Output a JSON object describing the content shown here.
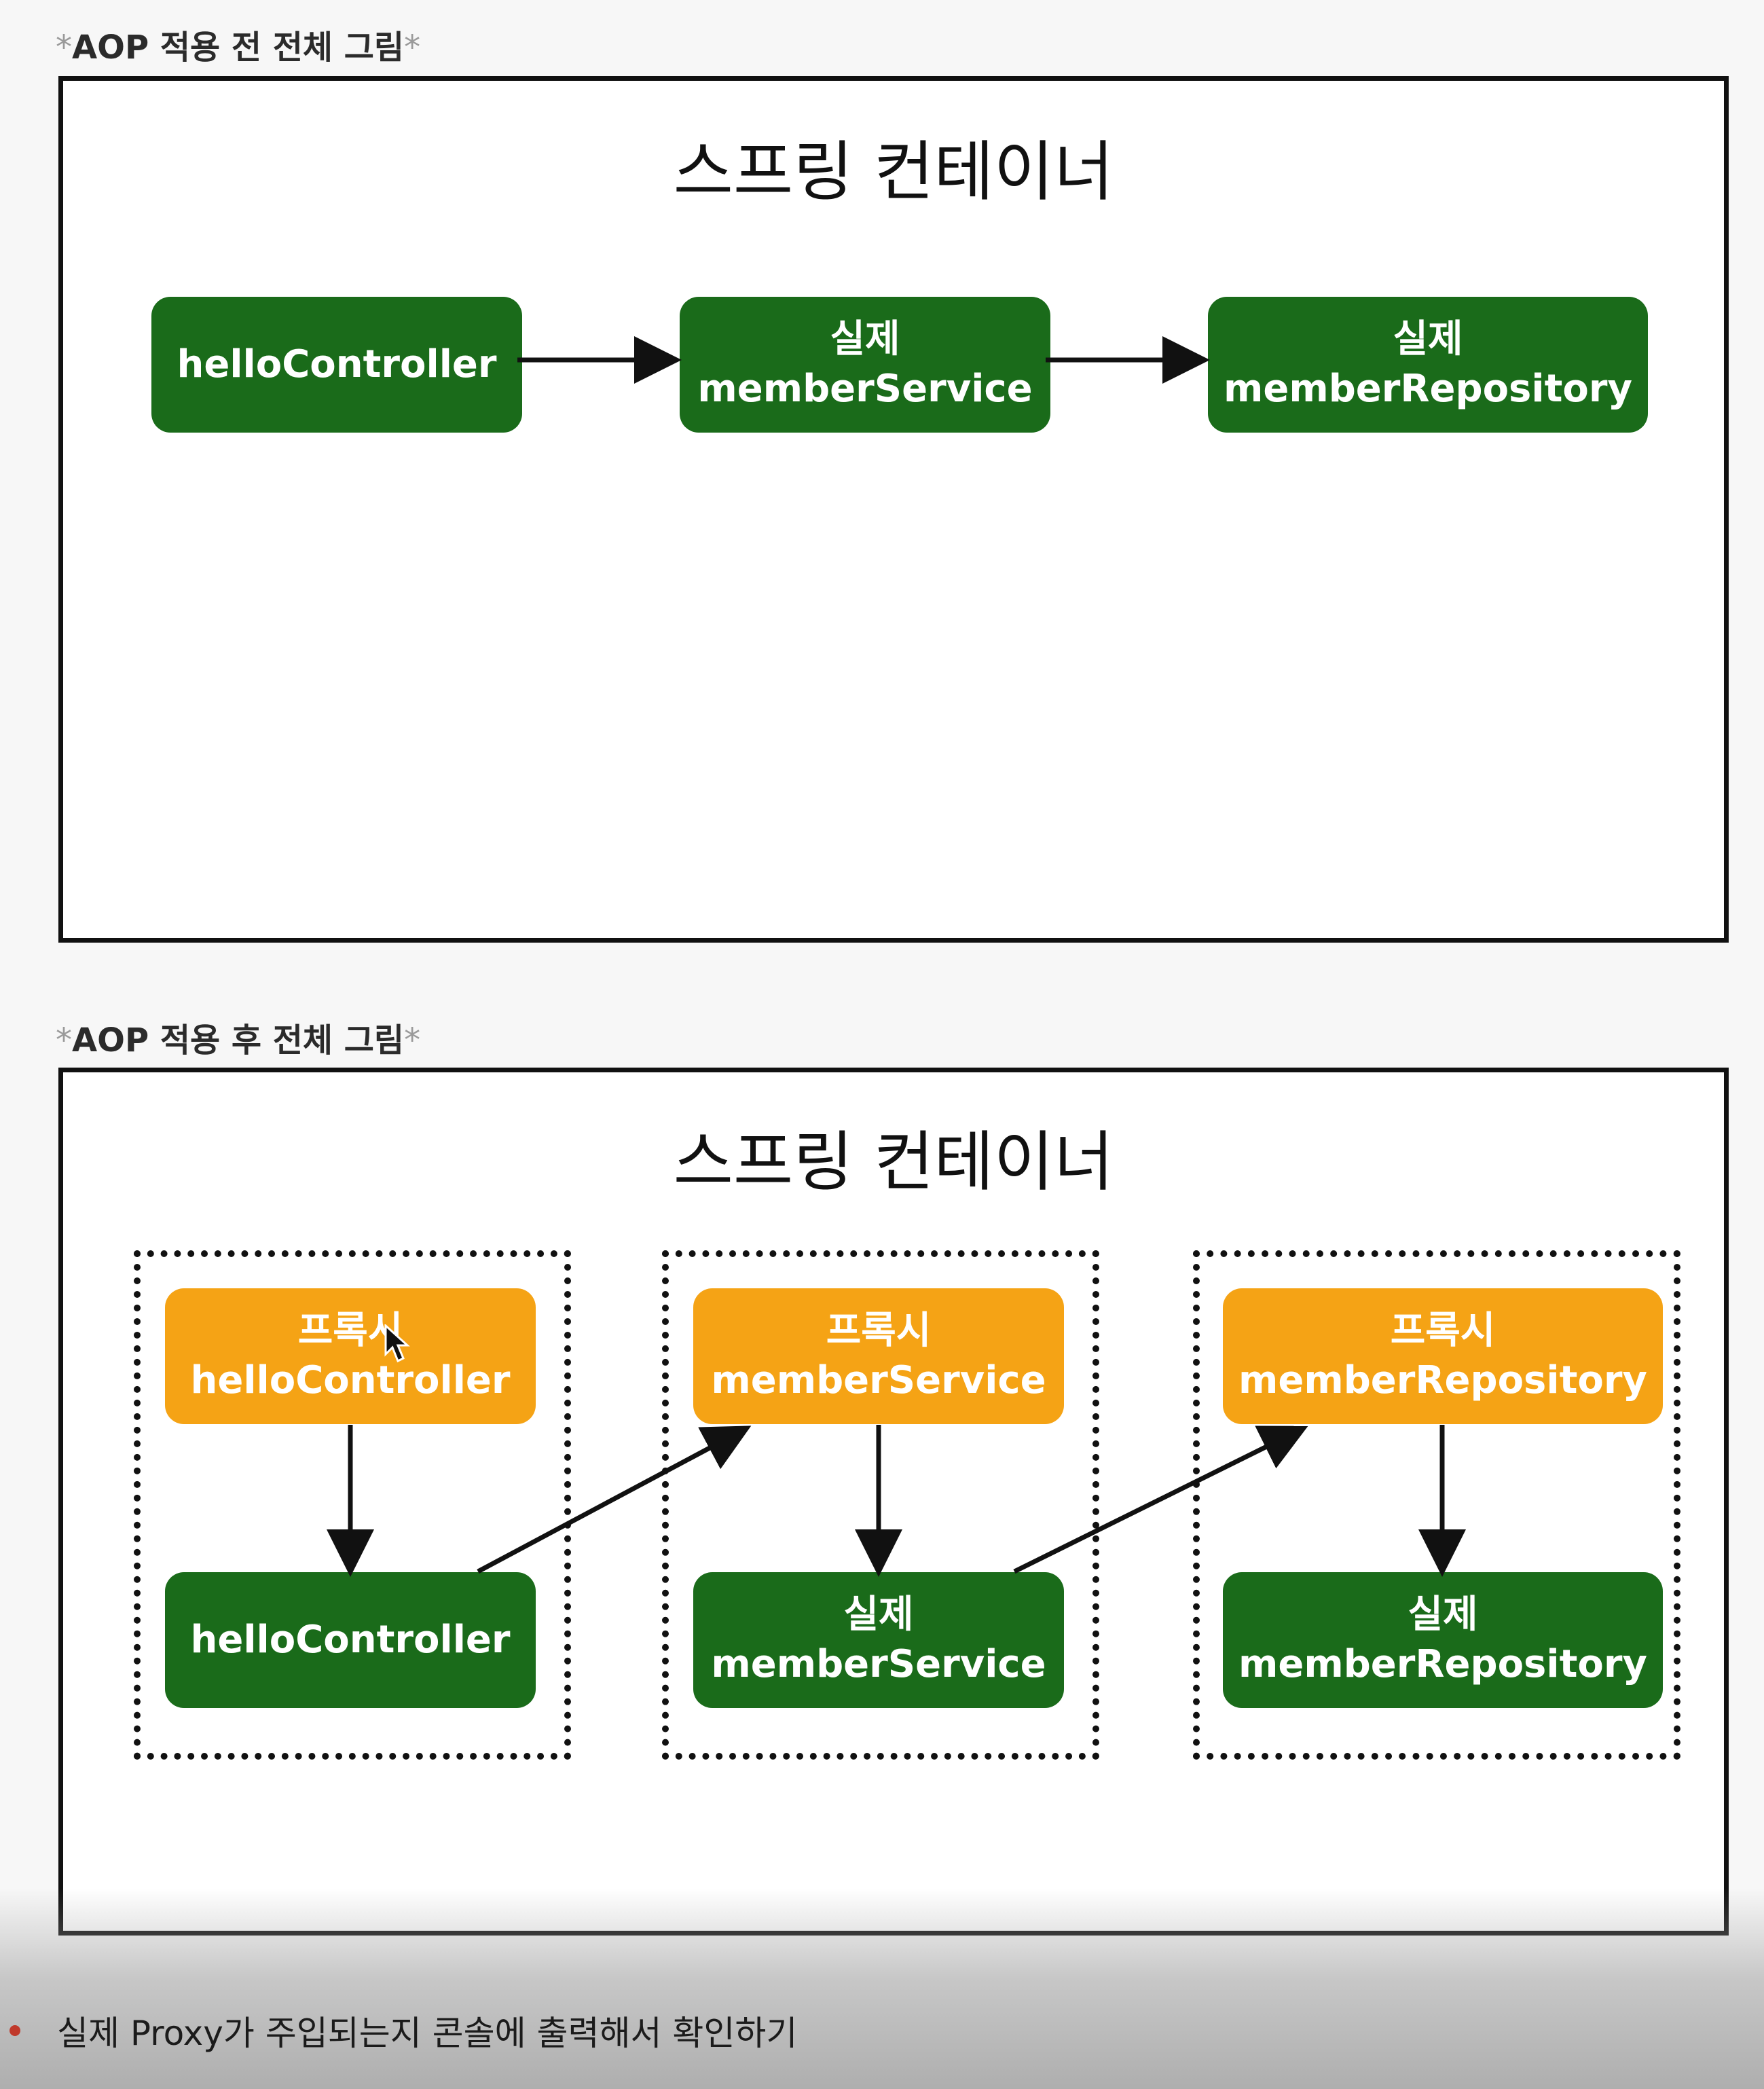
{
  "before": {
    "caption": "AOP 적용 전 전체 그림",
    "container_title": "스프링 컨테이너",
    "nodes": [
      {
        "line1": "",
        "line2": "helloController"
      },
      {
        "line1": "실제",
        "line2": "memberService"
      },
      {
        "line1": "실제",
        "line2": "memberRepository"
      }
    ]
  },
  "after": {
    "caption": "AOP 적용 후 전체 그림",
    "container_title": "스프링 컨테이너",
    "groups": [
      {
        "proxy": {
          "line1": "프록시",
          "line2": "helloController"
        },
        "real": {
          "line1": "",
          "line2": "helloController"
        }
      },
      {
        "proxy": {
          "line1": "프록시",
          "line2": "memberService"
        },
        "real": {
          "line1": "실제",
          "line2": "memberService"
        }
      },
      {
        "proxy": {
          "line1": "프록시",
          "line2": "memberRepository"
        },
        "real": {
          "line1": "실제",
          "line2": "memberRepository"
        }
      }
    ]
  },
  "caption_asterisk": "*",
  "footnote": "실제 Proxy가 주입되는지 콘솔에 출력해서 확인하기",
  "colors": {
    "real_node": "#1a6b1a",
    "proxy_node": "#f5a315",
    "border": "#111111",
    "bullet": "#c0392b"
  },
  "icons": {
    "cursor": "mouse-pointer-icon"
  }
}
